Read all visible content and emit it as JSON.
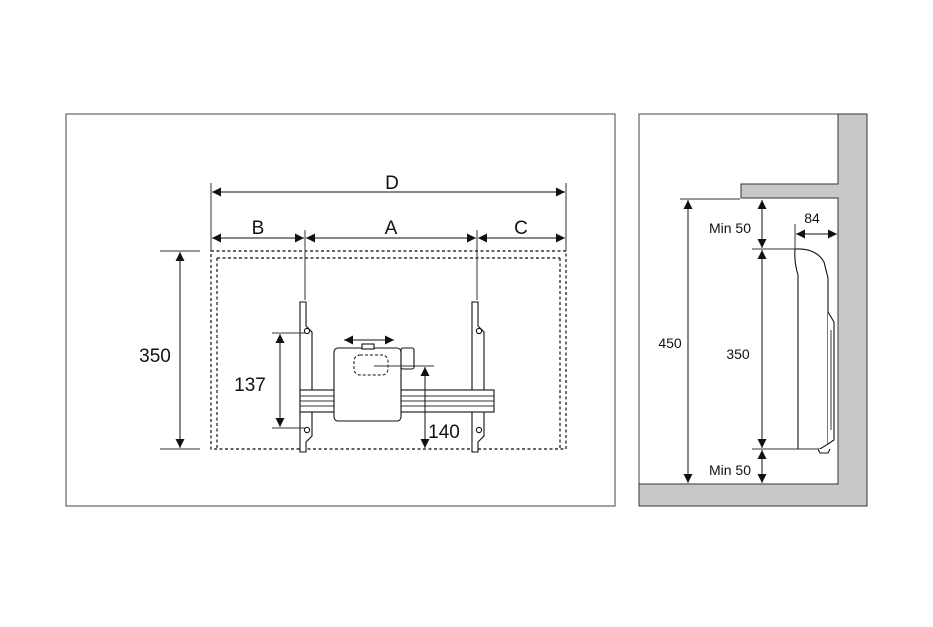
{
  "front_view": {
    "dimension_labels": {
      "d": "D",
      "b": "B",
      "a": "A",
      "c": "C",
      "height_350": "350",
      "bracket_137": "137",
      "bracket_140": "140"
    }
  },
  "side_view": {
    "dimension_labels": {
      "depth_84": "84",
      "min_top": "Min 50",
      "height_450": "450",
      "height_350": "350",
      "min_bottom": "Min 50"
    }
  },
  "colors": {
    "wall_fill": "#c8c8c8",
    "line": "#111111"
  }
}
